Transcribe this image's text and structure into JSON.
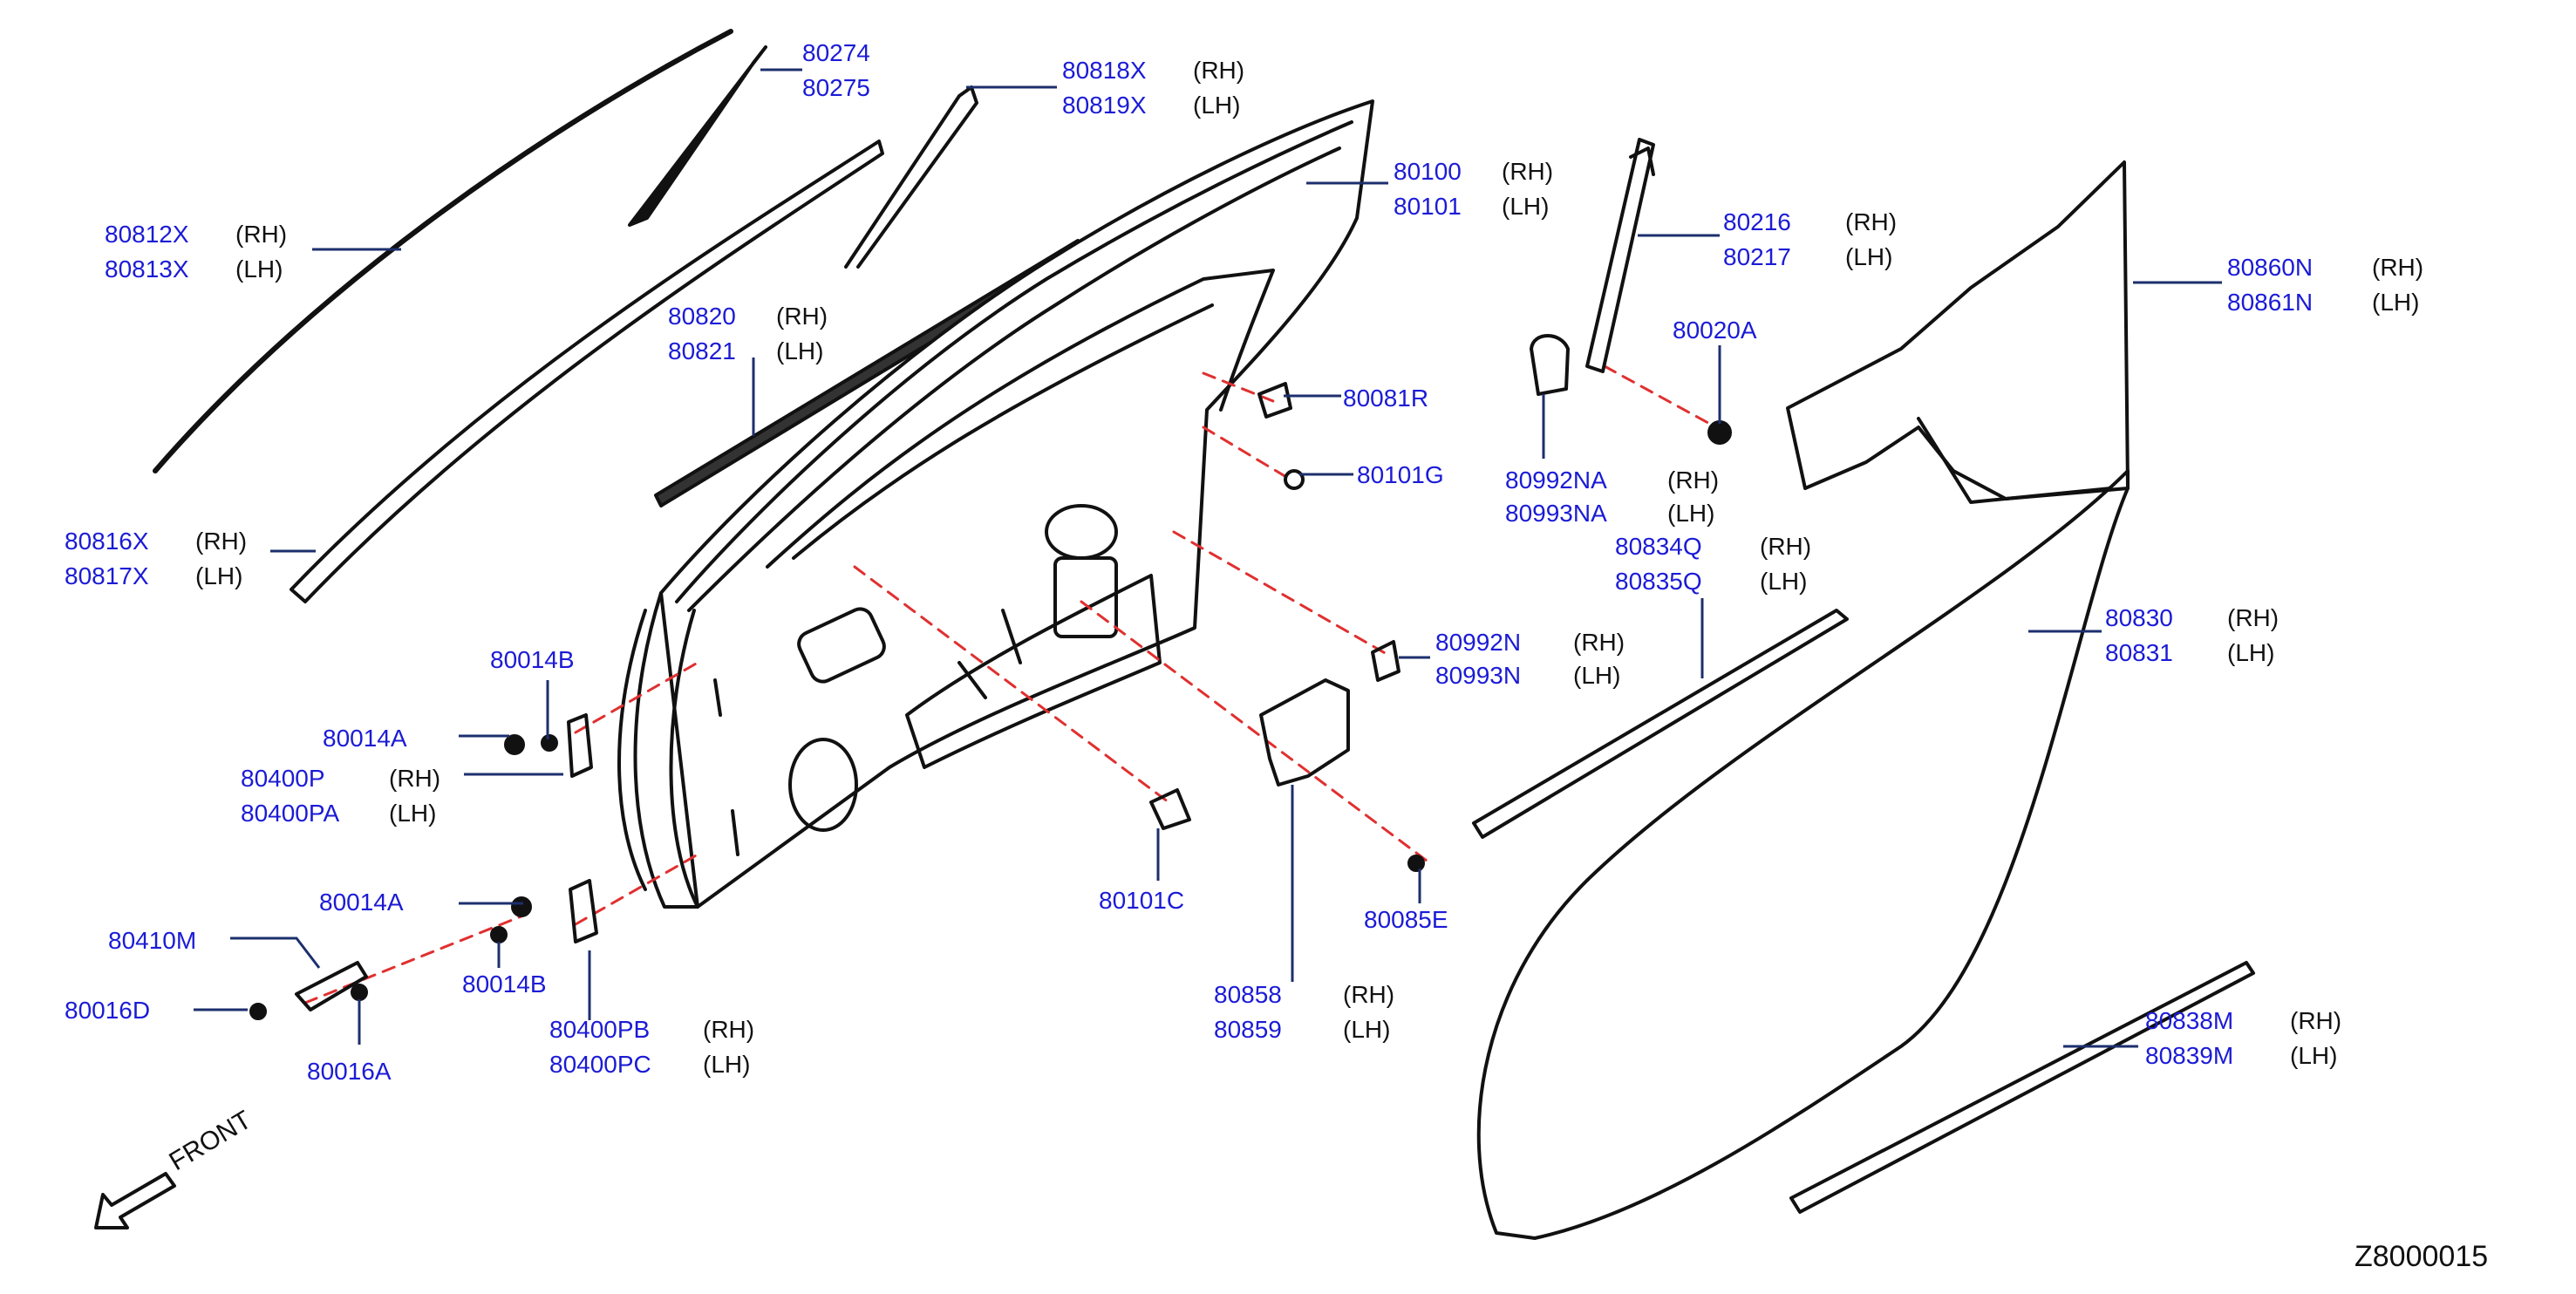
{
  "diagram": {
    "code": "Z8000015",
    "front_label": "FRONT",
    "callouts": [
      {
        "id": "c80274",
        "part": "80274",
        "side": ""
      },
      {
        "id": "c80275",
        "part": "80275",
        "side": ""
      },
      {
        "id": "c80818X",
        "part": "80818X",
        "side": "(RH)"
      },
      {
        "id": "c80819X",
        "part": "80819X",
        "side": "(LH)"
      },
      {
        "id": "c80100",
        "part": "80100",
        "side": "(RH)"
      },
      {
        "id": "c80101",
        "part": "80101",
        "side": "(LH)"
      },
      {
        "id": "c80812X",
        "part": "80812X",
        "side": "(RH)"
      },
      {
        "id": "c80813X",
        "part": "80813X",
        "side": "(LH)"
      },
      {
        "id": "c80820",
        "part": "80820",
        "side": "(RH)"
      },
      {
        "id": "c80821",
        "part": "80821",
        "side": "(LH)"
      },
      {
        "id": "c80081R",
        "part": "80081R",
        "side": ""
      },
      {
        "id": "c80101G",
        "part": "80101G",
        "side": ""
      },
      {
        "id": "c80816X",
        "part": "80816X",
        "side": "(RH)"
      },
      {
        "id": "c80817X",
        "part": "80817X",
        "side": "(LH)"
      },
      {
        "id": "c80014B1",
        "part": "80014B",
        "side": ""
      },
      {
        "id": "c80014A1",
        "part": "80014A",
        "side": ""
      },
      {
        "id": "c80400P",
        "part": "80400P",
        "side": "(RH)"
      },
      {
        "id": "c80400PA",
        "part": "80400PA",
        "side": "(LH)"
      },
      {
        "id": "c80014A2",
        "part": "80014A",
        "side": ""
      },
      {
        "id": "c80410M",
        "part": "80410M",
        "side": ""
      },
      {
        "id": "c80016D",
        "part": "80016D",
        "side": ""
      },
      {
        "id": "c80014B2",
        "part": "80014B",
        "side": ""
      },
      {
        "id": "c80016A",
        "part": "80016A",
        "side": ""
      },
      {
        "id": "c80400PB",
        "part": "80400PB",
        "side": "(RH)"
      },
      {
        "id": "c80400PC",
        "part": "80400PC",
        "side": "(LH)"
      },
      {
        "id": "c80101C",
        "part": "80101C",
        "side": ""
      },
      {
        "id": "c80992N",
        "part": "80992N",
        "side": "(RH)"
      },
      {
        "id": "c80993N",
        "part": "80993N",
        "side": "(LH)"
      },
      {
        "id": "c80858",
        "part": "80858",
        "side": "(RH)"
      },
      {
        "id": "c80859",
        "part": "80859",
        "side": "(LH)"
      },
      {
        "id": "c80085E",
        "part": "80085E",
        "side": ""
      },
      {
        "id": "c80216",
        "part": "80216",
        "side": "(RH)"
      },
      {
        "id": "c80217",
        "part": "80217",
        "side": "(LH)"
      },
      {
        "id": "c80020A",
        "part": "80020A",
        "side": ""
      },
      {
        "id": "c80992NA",
        "part": "80992NA",
        "side": "(RH)"
      },
      {
        "id": "c80993NA",
        "part": "80993NA",
        "side": "(LH)"
      },
      {
        "id": "c80860N",
        "part": "80860N",
        "side": "(RH)"
      },
      {
        "id": "c80861N",
        "part": "80861N",
        "side": "(LH)"
      },
      {
        "id": "c80834Q",
        "part": "80834Q",
        "side": "(RH)"
      },
      {
        "id": "c80835Q",
        "part": "80835Q",
        "side": "(LH)"
      },
      {
        "id": "c80830",
        "part": "80830",
        "side": "(RH)"
      },
      {
        "id": "c80831",
        "part": "80831",
        "side": "(LH)"
      },
      {
        "id": "c80838M",
        "part": "80838M",
        "side": "(RH)"
      },
      {
        "id": "c80839M",
        "part": "80839M",
        "side": "(LH)"
      }
    ]
  }
}
